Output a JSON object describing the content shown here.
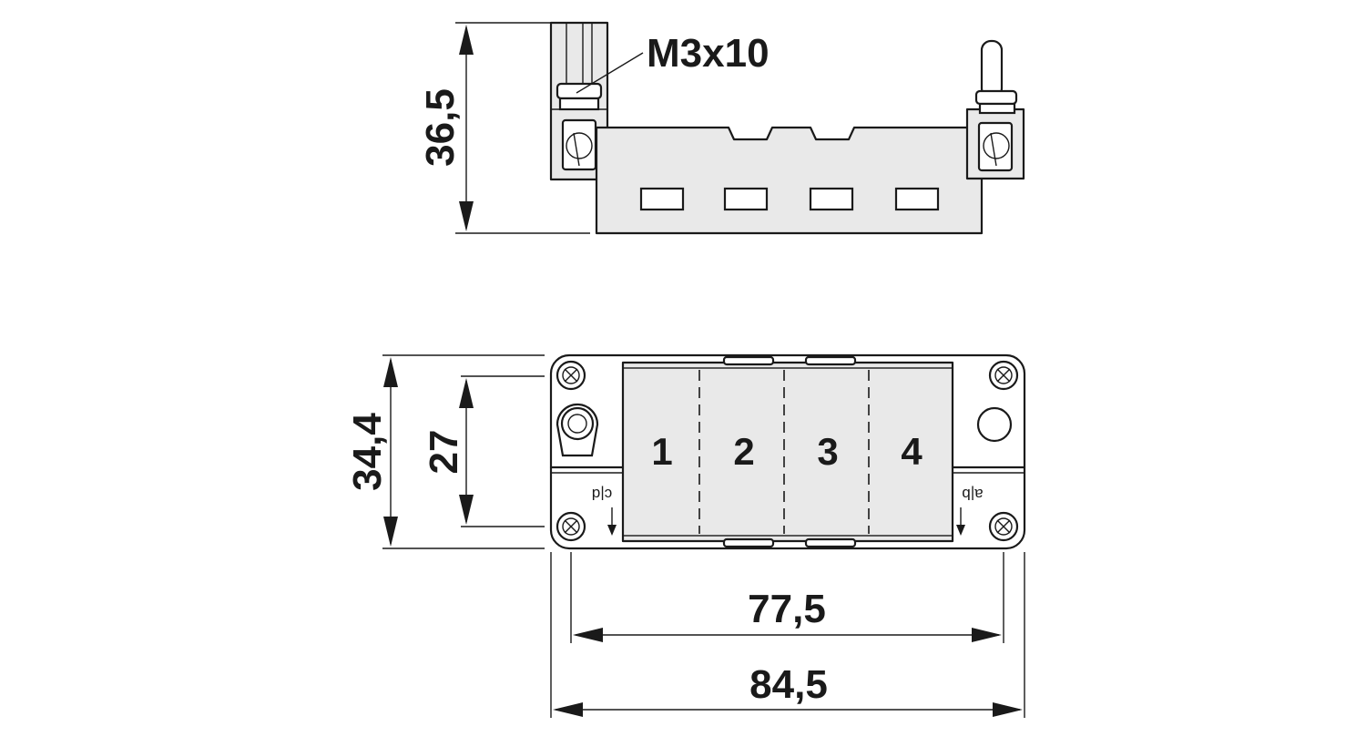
{
  "side_view": {
    "height_dimension": "36,5",
    "screw_callout": "M3x10"
  },
  "top_view": {
    "outer_height_dimension": "34,4",
    "inner_height_dimension": "27",
    "inner_width_dimension": "77,5",
    "outer_width_dimension": "84,5",
    "module_slots": [
      "1",
      "2",
      "3",
      "4"
    ],
    "left_coding_label": "c|d",
    "right_coding_label": "a|b"
  }
}
